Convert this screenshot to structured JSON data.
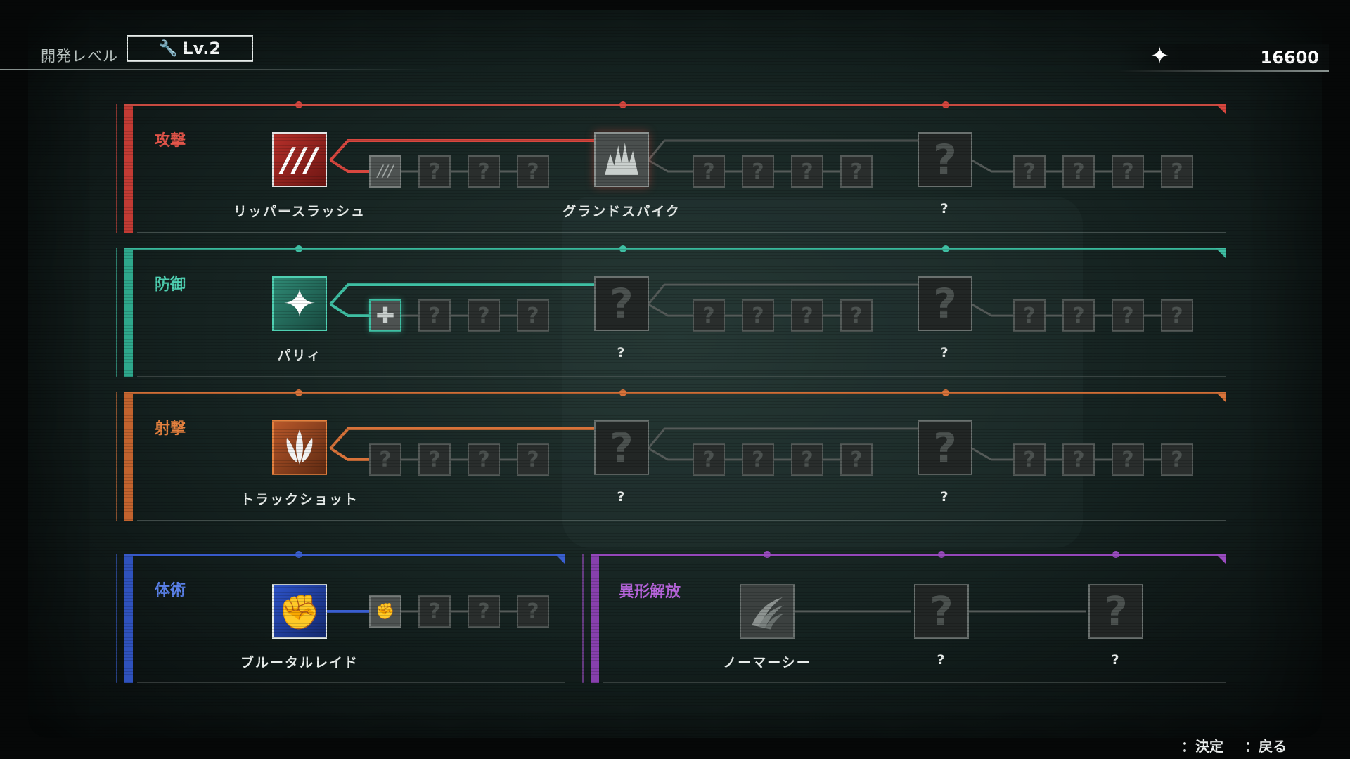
{
  "header": {
    "dev_level_label": "開発レベル",
    "dev_level_value": "Lv.2",
    "currency_value": "16600"
  },
  "colors": {
    "attack": "#d8473f",
    "defense": "#3fbfa3",
    "shooting": "#d8733a",
    "martial": "#3a5fd0",
    "mutant": "#9a4cc0"
  },
  "categories": {
    "attack": {
      "label": "攻撃",
      "skills": [
        "リッパースラッシュ",
        "グランドスパイク",
        "?"
      ]
    },
    "defense": {
      "label": "防御",
      "skills": [
        "パリィ",
        "?",
        "?"
      ]
    },
    "shooting": {
      "label": "射撃",
      "skills": [
        "トラックショット",
        "?",
        "?"
      ]
    },
    "martial": {
      "label": "体術",
      "skills": [
        "ブルータルレイド"
      ]
    },
    "mutant": {
      "label": "異形解放",
      "skills": [
        "ノーマーシー",
        "?",
        "?"
      ]
    }
  },
  "icons": {
    "attack_skill": "claw-slash-icon",
    "ground_spike": "spike-burst-icon",
    "defense_skill": "compass-star-icon",
    "shooting_skill": "triple-shot-icon",
    "martial_skill": "fist-icon",
    "mutant_skill": "tentacle-claw-icon",
    "locked": "question-mark-icon",
    "currency": "sparkle-icon",
    "dev_level": "wrench-icon"
  },
  "footer": {
    "confirm": "：決定",
    "back": "：戻る"
  }
}
